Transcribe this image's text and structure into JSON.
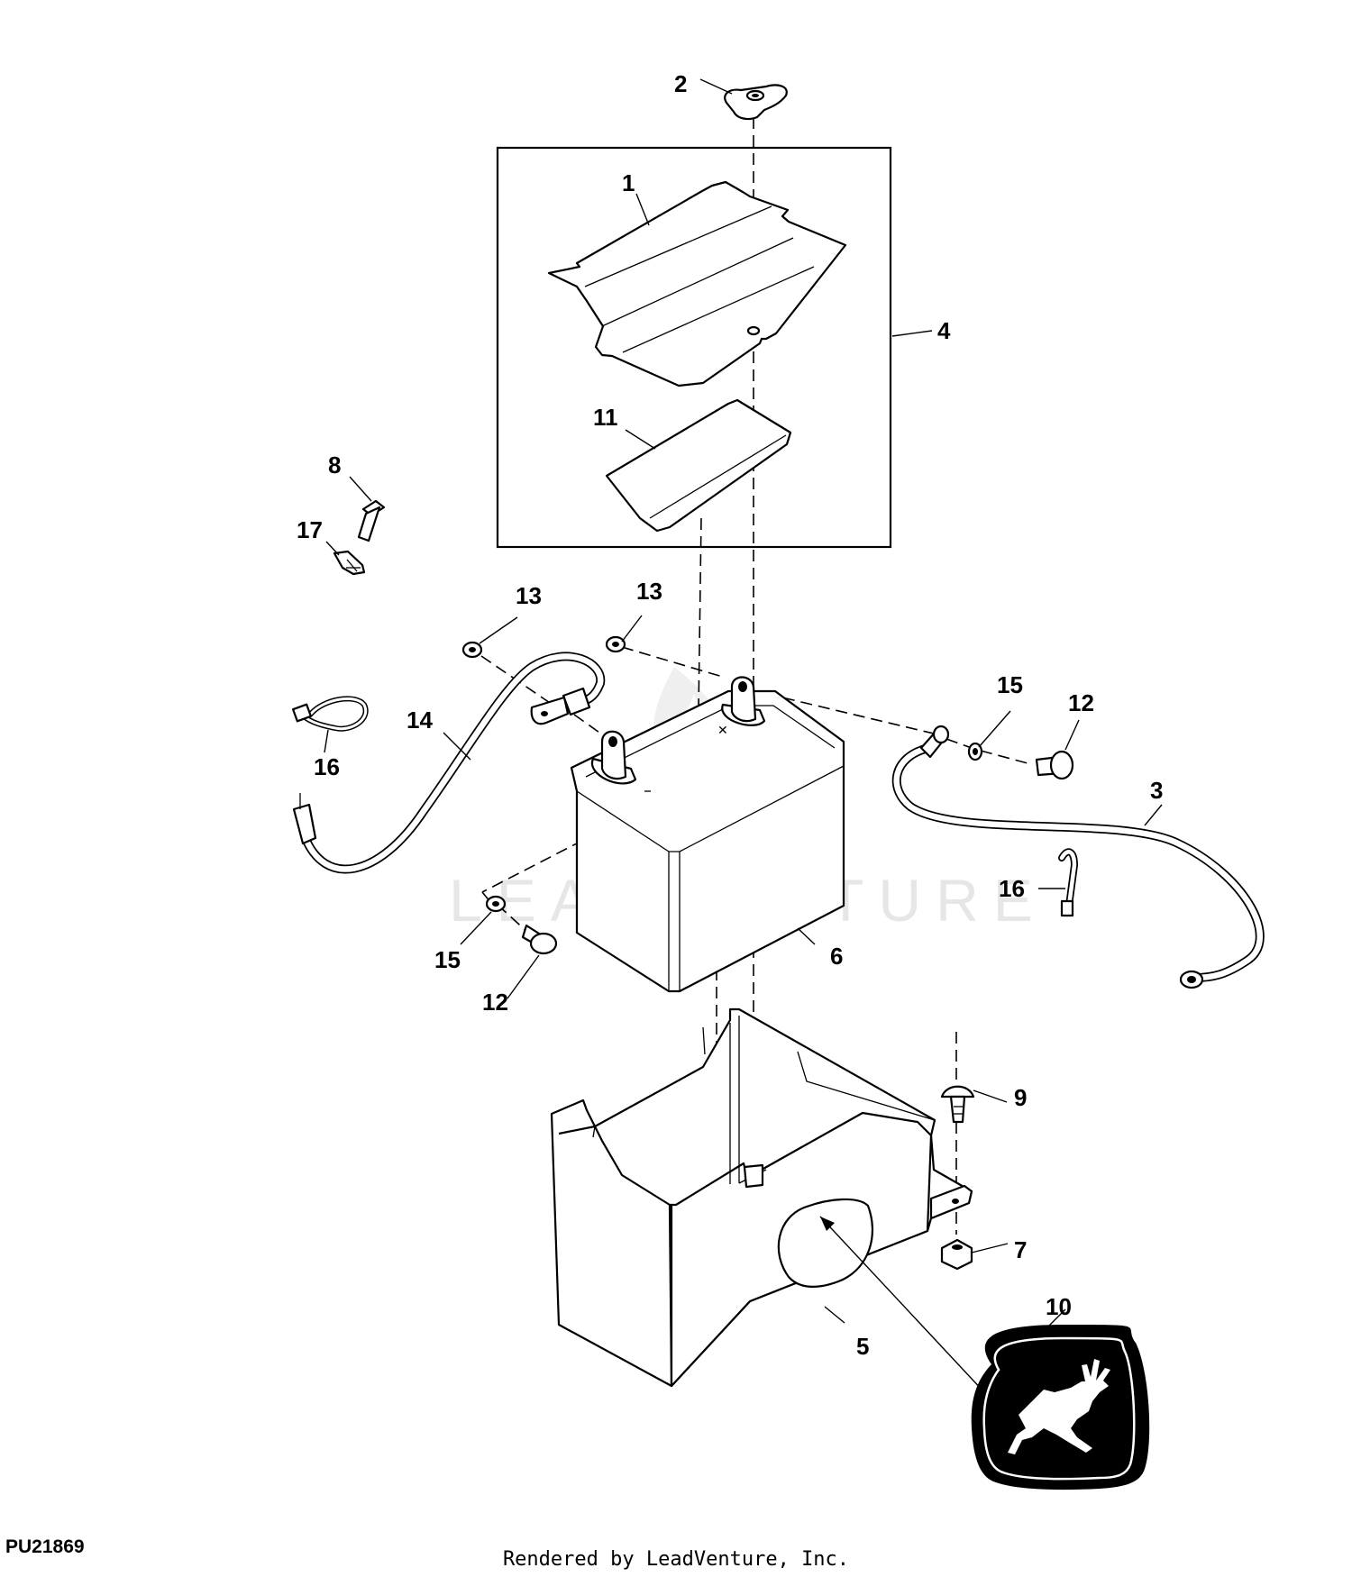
{
  "document_id": "PU21869",
  "credit": "Rendered by LeadVenture, Inc.",
  "watermark": "LEADVENTURE",
  "callouts": {
    "c1": "1",
    "c2": "2",
    "c3": "3",
    "c4": "4",
    "c5": "5",
    "c6": "6",
    "c7": "7",
    "c8": "8",
    "c9": "9",
    "c10": "10",
    "c11": "11",
    "c12a": "12",
    "c12b": "12",
    "c13a": "13",
    "c13b": "13",
    "c14": "14",
    "c15a": "15",
    "c15b": "15",
    "c16a": "16",
    "c16b": "16",
    "c17": "17"
  },
  "colors": {
    "line": "#000000",
    "background": "#ffffff",
    "watermark": "#e6e6e6"
  }
}
